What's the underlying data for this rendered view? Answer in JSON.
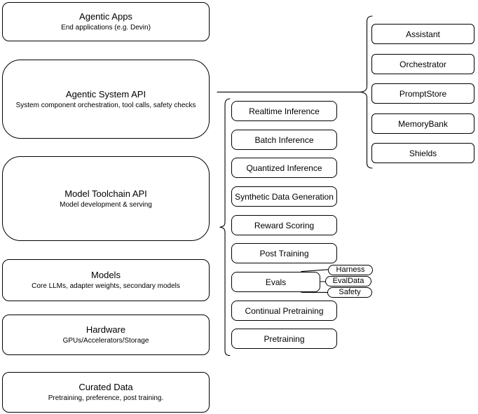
{
  "diagram": {
    "background_color": "#ffffff",
    "stroke_color": "#000000",
    "node_fill_color": "#ffffff",
    "text_color": "#000000",
    "left_stack": [
      {
        "title": "Agentic Apps",
        "subtitle": "End applications (e.g. Devin)"
      },
      {
        "title": "Agentic System API",
        "subtitle": "System component orchestration, tool calls, safety checks"
      },
      {
        "title": "Model Toolchain API",
        "subtitle": "Model development & serving"
      },
      {
        "title": "Models",
        "subtitle": "Core LLMs, adapter weights, secondary models"
      },
      {
        "title": "Hardware",
        "subtitle": "GPUs/Accelerators/Storage"
      },
      {
        "title": "Curated Data",
        "subtitle": "Pretraining, preference, post training."
      }
    ],
    "toolchain_items": [
      "Realtime Inference",
      "Batch Inference",
      "Quantized Inference",
      "Synthetic Data Generation",
      "Reward Scoring",
      "Post Training",
      "Evals",
      "Continual Pretraining",
      "Pretraining"
    ],
    "eval_tags": [
      "Harness",
      "EvalData",
      "Safety"
    ],
    "system_components": [
      "Assistant",
      "Orchestrator",
      "PromptStore",
      "MemoryBank",
      "Shields"
    ]
  }
}
